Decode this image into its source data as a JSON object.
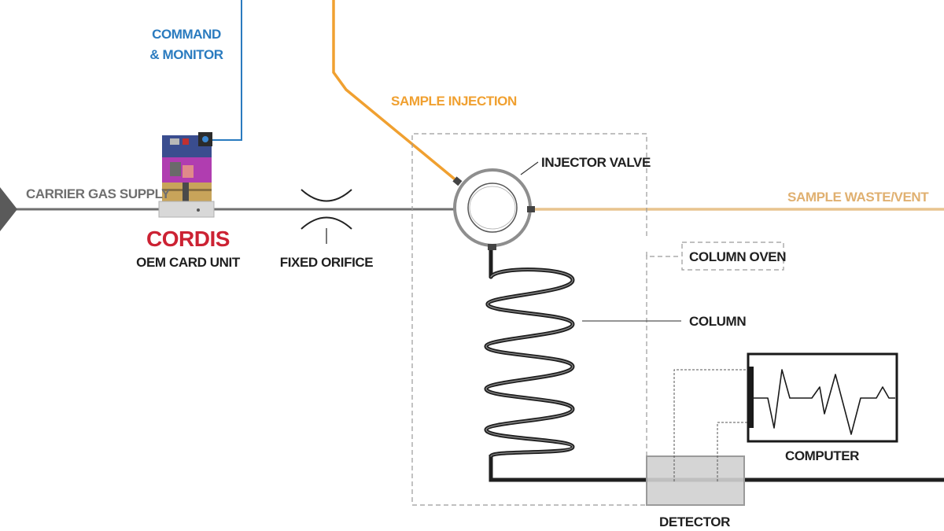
{
  "labels": {
    "command_line1": "COMMAND",
    "command_line2": "& MONITOR",
    "sample_injection": "SAMPLE INJECTION",
    "carrier_gas_supply": "CARRIER GAS SUPPLY",
    "brand": "CORDIS",
    "oem_card_unit": "OEM CARD UNIT",
    "fixed_orifice": "FIXED ORIFICE",
    "injector_valve": "INJECTOR VALVE",
    "sample_waste_vent": "SAMPLE WASTE/VENT",
    "column_oven": "COLUMN OVEN",
    "column": "COLUMN",
    "computer": "COMPUTER",
    "detector": "DETECTOR"
  },
  "colors": {
    "command_line": "#2a7bbf",
    "sample_injection_line": "#f0a030",
    "waste_line": "#e8c48e",
    "carrier_line": "#6f6f6f",
    "column_line": "#1f1f1f",
    "brand": "#cc2233",
    "label": "#1f1f1f"
  },
  "icons": {
    "supply_arrow": "triangle-right-icon",
    "card_unit": "circuit-board-icon",
    "orifice": "orifice-symbol-icon",
    "valve": "rotary-valve-icon",
    "column": "coil-icon",
    "chromatogram": "waveform-icon"
  }
}
